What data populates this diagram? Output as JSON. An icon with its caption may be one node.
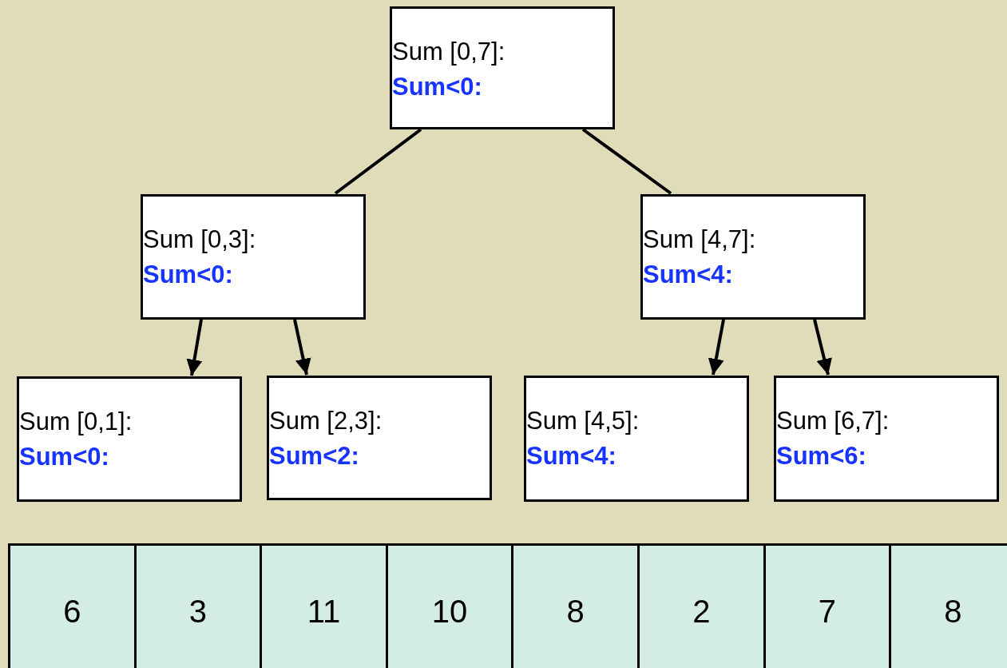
{
  "diagram": {
    "nodes": [
      {
        "text": [
          "Sum [0,7]:",
          "Sum<0:"
        ]
      },
      {
        "text": [
          "Sum [0,3]:",
          "Sum<0:"
        ]
      },
      {
        "text": [
          "Sum [4,7]:",
          "Sum<4:"
        ]
      },
      {
        "text": [
          "Sum [0,1]:",
          "Sum<0:"
        ]
      },
      {
        "text": [
          "Sum [2,3]:",
          "Sum<2:"
        ]
      },
      {
        "text": [
          "Sum [4,5]:",
          "Sum<4:"
        ]
      },
      {
        "text": [
          "Sum [6,7]:",
          "Sum<6:"
        ]
      },
      {
        "text": [
          "6"
        ]
      },
      {
        "text": [
          "3"
        ]
      },
      {
        "text": [
          "11"
        ]
      },
      {
        "text": [
          "10"
        ]
      },
      {
        "text": [
          "8"
        ]
      },
      {
        "text": [
          "2"
        ]
      },
      {
        "text": [
          "7"
        ]
      },
      {
        "text": [
          "8"
        ]
      }
    ],
    "edges": [
      {
        "from": 0,
        "to": 1,
        "arrow": "none"
      },
      {
        "from": 0,
        "to": 2,
        "arrow": "none"
      },
      {
        "from": 1,
        "to": 3,
        "arrow": "to"
      },
      {
        "from": 1,
        "to": 4,
        "arrow": "to"
      },
      {
        "from": 2,
        "to": 5,
        "arrow": "to"
      },
      {
        "from": 2,
        "to": 6,
        "arrow": "to"
      }
    ]
  }
}
